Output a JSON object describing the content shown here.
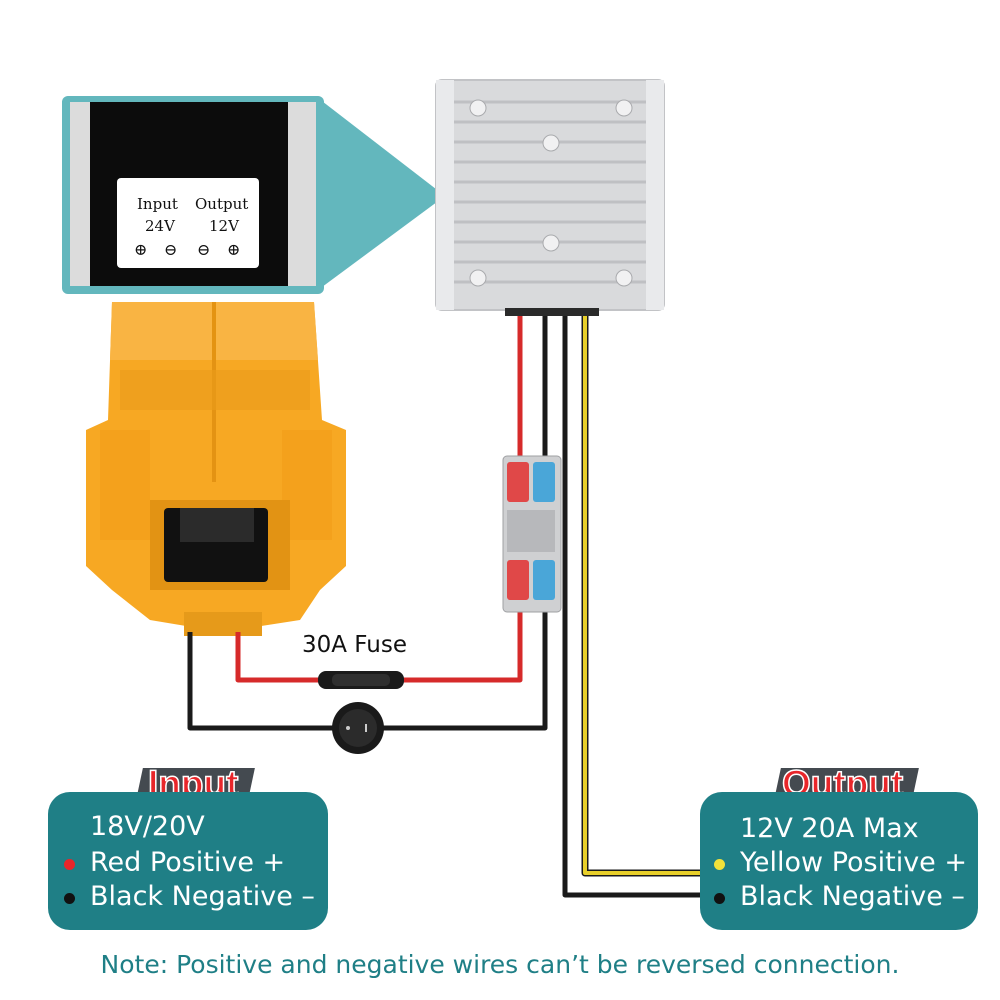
{
  "converter_label": {
    "input_title": "Input",
    "input_voltage": "24V",
    "output_title": "Output",
    "output_voltage": "12V",
    "terminals": [
      "⊕",
      "⊖",
      "⊖",
      "⊕"
    ]
  },
  "fuse_label": "30A Fuse",
  "input_panel": {
    "tag": "Input",
    "voltage": "18V/20V",
    "positive": "Red Positive +",
    "negative": "Black Negative –"
  },
  "output_panel": {
    "tag": "Output",
    "rating": "12V 20A Max",
    "positive": "Yellow Positive +",
    "negative": "Black Negative –"
  },
  "note": "Note: Positive and negative wires can’t be reversed connection.",
  "colors": {
    "teal": "#1f7f86",
    "callout": "#63b7bd",
    "red_wire": "#d62a2a",
    "black_wire": "#1a1a1a",
    "yellow_wire": "#e8cf2a",
    "adapter_orange": "#f7a823",
    "converter_gray": "#d9dadc",
    "tag_red": "#e8262a",
    "tag_bg": "#444a50"
  },
  "icons": [
    "rocker-switch-icon",
    "inline-fuse-icon",
    "lever-connector-icon",
    "battery-adapter-icon",
    "dc-converter-icon"
  ]
}
